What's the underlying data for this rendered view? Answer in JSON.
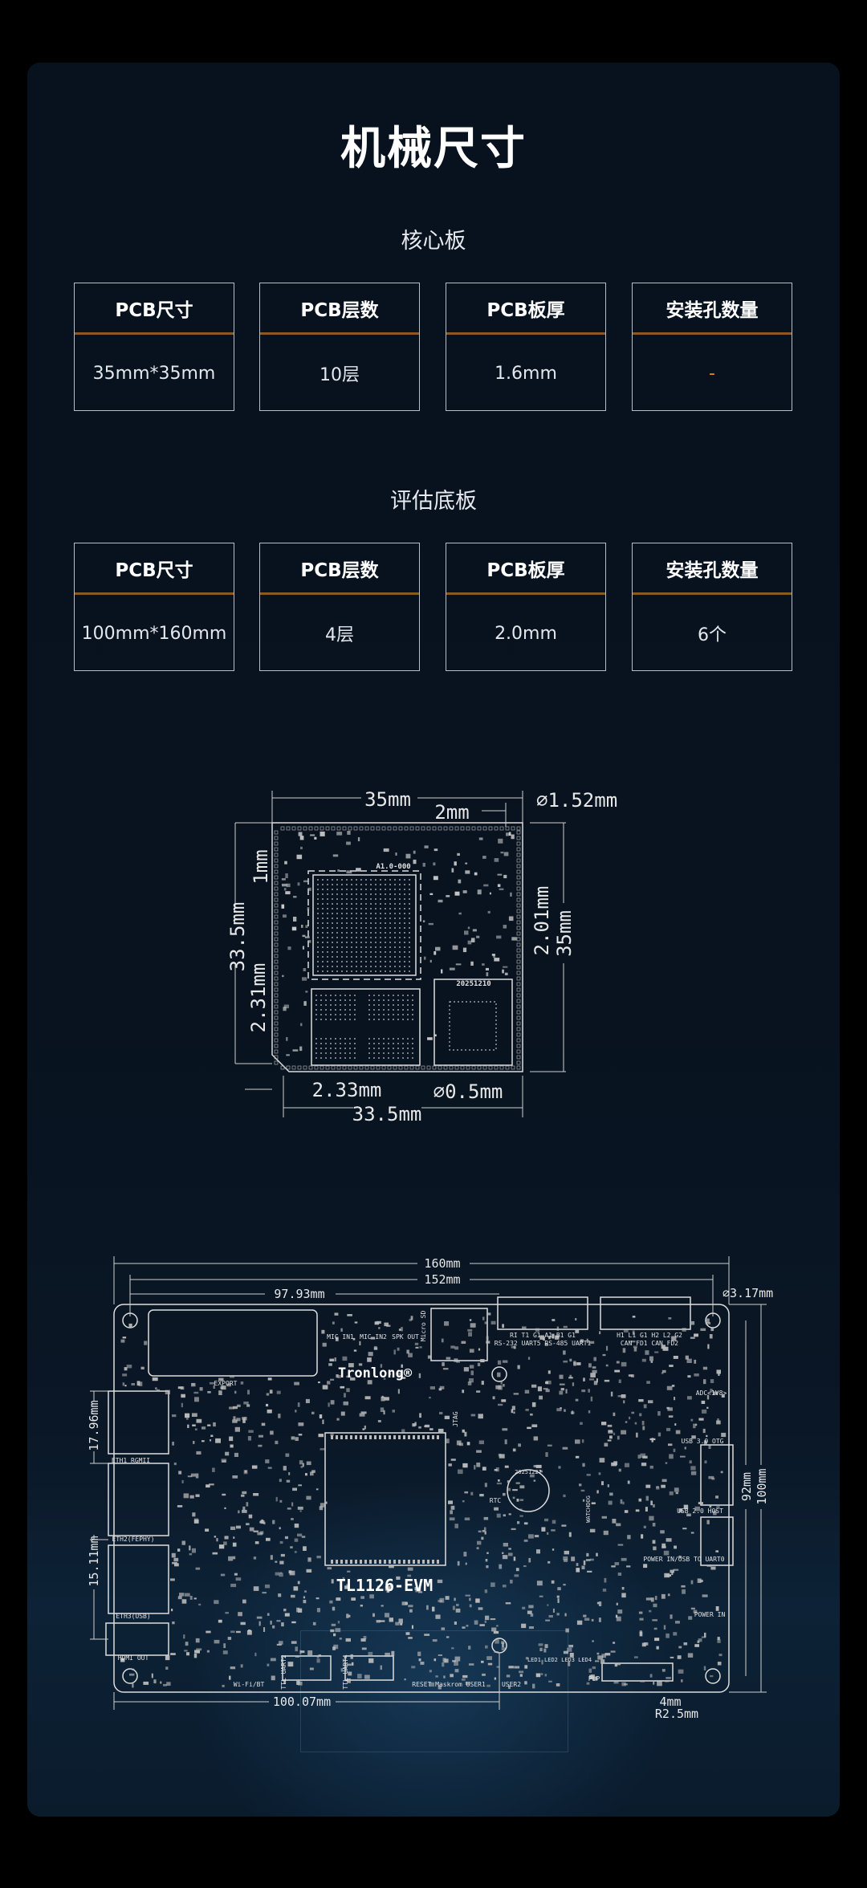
{
  "page_title": "机械尺寸",
  "core_board": {
    "heading": "核心板",
    "specs": [
      {
        "label": "PCB尺寸",
        "value": "35mm*35mm"
      },
      {
        "label": "PCB层数",
        "value": "10层"
      },
      {
        "label": "PCB板厚",
        "value": "1.6mm"
      },
      {
        "label": "安装孔数量",
        "value": "-"
      }
    ],
    "drawing": {
      "dims": {
        "width_top": "35mm",
        "edge_2": "2mm",
        "hole_dia": "∅1.52mm",
        "height_left": "33.5mm",
        "edge_1": "1mm",
        "edge_231": "2.31mm",
        "edge_201": "2.01mm",
        "height_right": "35mm",
        "edge_233": "2.33mm",
        "pad_dia": "∅0.5mm",
        "width_bottom": "33.5mm"
      },
      "silk": {
        "date": "20251210",
        "rev": "A1.0-000"
      }
    }
  },
  "eval_board": {
    "heading": "评估底板",
    "specs": [
      {
        "label": "PCB尺寸",
        "value": "100mm*160mm"
      },
      {
        "label": "PCB层数",
        "value": "4层"
      },
      {
        "label": "PCB板厚",
        "value": "2.0mm"
      },
      {
        "label": "安装孔数量",
        "value": "6个"
      }
    ],
    "drawing": {
      "dims": {
        "width": "160mm",
        "hole_span": "152mm",
        "offset_9793": "97.93mm",
        "hole_dia": "∅3.17mm",
        "eth_1796": "17.96mm",
        "eth_1511": "15.11mm",
        "hole_span_v": "92mm",
        "height": "100mm",
        "offset_10007": "100.07mm",
        "edge_4": "4mm",
        "corner_radius": "R2.5mm"
      },
      "labels": [
        "Tronlong®",
        "TL1126-EVM",
        "MIC IN1",
        "MIC IN2",
        "SPK OUT",
        "Micro SD",
        "RI  T1  G1  A1  B1  G1",
        "RS-232 UART5 RS-485 UART1",
        "H1  L1  G1  H2  L2  G2",
        "CAN FD1   CAN FD2",
        "EXPORT",
        "ETH1 RGMII",
        "ETH2(FEPHY)",
        "ETH3(USB)",
        "HDMI OUT",
        "Wi-Fi/BT",
        "TTL UART2",
        "TTL UART4",
        "RESET  Maskrom  USER1",
        "USER2",
        "LED1 LED2 LED3 LED4",
        "PLP",
        "RTC",
        "20251227",
        "JTAG",
        "ADC<1V8>",
        "USB 3.0 OTG",
        "USB 2.0 HOST",
        "POWER IN/USB TO UART0",
        "POWER IN",
        "WATCHDOG"
      ],
      "colors": {
        "silkscreen": "#e0e0e0",
        "background": "#08121f",
        "accent": "#8a5a22"
      }
    }
  }
}
